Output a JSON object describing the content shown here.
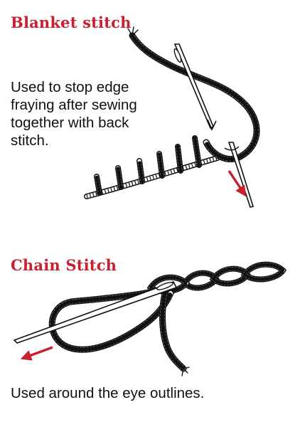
{
  "colors": {
    "accent": "#c8202f",
    "text": "#111111",
    "line": "#111111",
    "background": "#ffffff"
  },
  "blanket_stitch": {
    "title": "Blanket stitch",
    "description": "Used to stop edge fraying after sewing together with back stitch.",
    "illustration_icons": [
      "thread-icon",
      "needle-icon",
      "arrow-down-right-icon"
    ]
  },
  "chain_stitch": {
    "title": "Chain Stitch",
    "description": "Used around the eye outlines.",
    "illustration_icons": [
      "chain-loops-icon",
      "thread-icon",
      "needle-icon",
      "arrow-left-icon"
    ]
  }
}
